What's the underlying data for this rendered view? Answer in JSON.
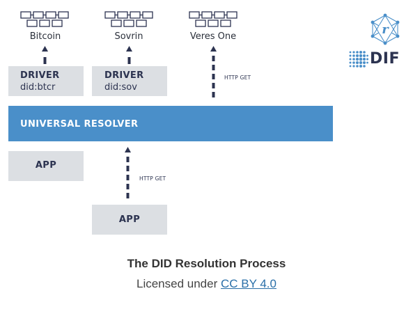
{
  "chains": [
    {
      "label": "Bitcoin"
    },
    {
      "label": "Sovrin"
    },
    {
      "label": "Veres One"
    }
  ],
  "drivers": [
    {
      "title": "DRIVER",
      "method": "did:btcr"
    },
    {
      "title": "DRIVER",
      "method": "did:sov"
    }
  ],
  "resolver": {
    "label": "UNIVERSAL RESOLVER"
  },
  "apps": [
    {
      "label": "APP"
    },
    {
      "label": "APP"
    }
  ],
  "http_labels": [
    "HTTP GET",
    "HTTP GET"
  ],
  "logos": {
    "r_logo_letter": "r",
    "dif_text": "DIF"
  },
  "caption": {
    "title": "The DID Resolution Process",
    "license_prefix": "Licensed under ",
    "license_link": "CC BY 4.0"
  },
  "colors": {
    "resolver": "#4a8fc9",
    "box": "#dcdfe3",
    "dark": "#2c3350",
    "link": "#2a6fa8"
  }
}
